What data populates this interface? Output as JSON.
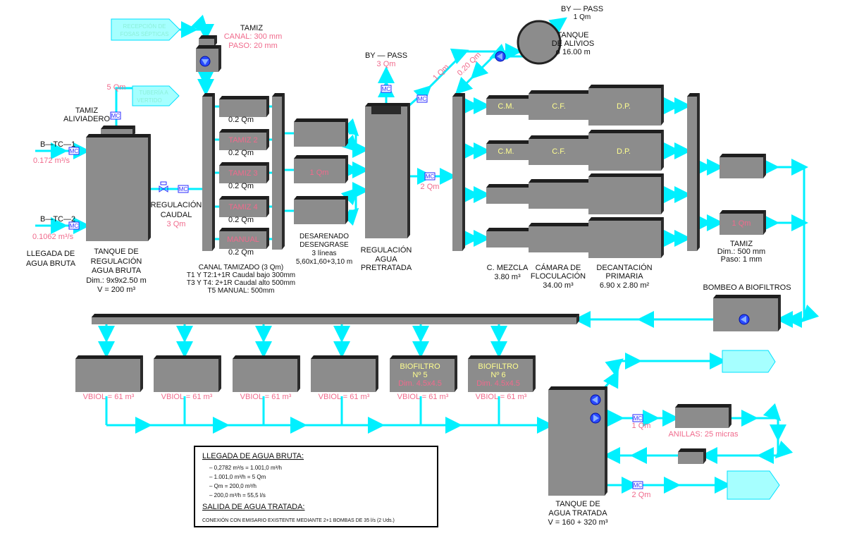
{
  "colors": {
    "pipe": "#00f0ff",
    "tank": "#8c8c8c",
    "label_pink": "#f06a8c",
    "label_yellow": "#ffff90",
    "instrument": "#2a2aff"
  },
  "inlet": {
    "title1": "LLEGADA DE",
    "title2": "AGUA BRUTA",
    "b1": "B—TC—1",
    "b1_flow": "0.172  m³/s",
    "b2": "B—TC—2",
    "b2_flow": "0.1062  m³/s"
  },
  "tank_raw": {
    "l1": "TANQUE DE",
    "l2": "REGULACIÓN",
    "l3": "AGUA BRUTA",
    "dim": "Dim.:  9x9x2.50  m",
    "vol": "V  =  200  m³"
  },
  "overflow": {
    "t1": "TAMIZ",
    "t2": "ALIVIADERO",
    "flow": "5  Qm",
    "dest1": "TUBERÍA  A",
    "dest2": "VERTIDO"
  },
  "septic": {
    "l1": "RECEPCIÓN  DE",
    "l2": "FOSAS  SÉPTICAS"
  },
  "screen_top": {
    "title": "TAMIZ",
    "canal": "CANAL:  300  mm",
    "paso": "PASO:  20  mm"
  },
  "regulation": {
    "l1": "REGULACIÓN",
    "l2": "CAUDAL",
    "flow": "3  Qm"
  },
  "mc": "MC",
  "screens": {
    "items": [
      "",
      "TAMIZ  2",
      "TAMIZ  3",
      "TAMIZ  4",
      "MANUAL"
    ],
    "flows": [
      "0.2  Qm",
      "0.2  Qm",
      "0.2  Qm",
      "0.2  Qm",
      "0.2  Qm"
    ],
    "n1": "CANAL  TAMIZADO  (3  Qm)",
    "n2": "T1  Y  T2:1+1R  Caudal  bajo  300mm",
    "n3": "T3  Y  T4:  2+1R  Caudal  alto  500mm",
    "n4": "T5  MANUAL:  500mm"
  },
  "grit": {
    "mid": "1  Qm",
    "l1": "DESARENADO",
    "l2": "DESENGRASE",
    "l3": "3  líneas",
    "l4": "5,60x1,60+3,10  m"
  },
  "pretreated": {
    "bypass": "BY  —  PASS",
    "bypass_flow": "3  Qm",
    "l1": "REGULACIÓN",
    "l2": "AGUA",
    "l3": "PRETRATADA",
    "out_flow": "2  Qm",
    "to_relief": "1  Qm",
    "from_relief": "0.20  Qm"
  },
  "relief": {
    "bypass": "BY  —  PASS",
    "bypass_flow": "1  Qm",
    "l1": "TANQUE",
    "l2": "DE  ALIVIOS",
    "l3": "ø  16.00  m"
  },
  "primary": {
    "cm": "C.M.",
    "cf": "C.F.",
    "dp": "D.P.",
    "mix1": "C.  MEZCLA",
    "mix2": "3.80  m³",
    "floc1": "CÁMARA  DE",
    "floc2": "FLOCULACIÓN",
    "floc3": "34.00  m³",
    "dec1": "DECANTACIÓN",
    "dec2": "PRIMARIA",
    "dec3": "6.90  x  2.80  m²"
  },
  "fine_screen": {
    "flow": "1  Qm",
    "t": "TAMIZ",
    "dim": "Dim.:  500  mm",
    "paso": "Paso:  1  mm"
  },
  "pumping": {
    "title": "BOMBEO  A  BIOFILTROS"
  },
  "biofilters": {
    "vol": "VBIOL  =  61  m³",
    "items": [
      "",
      "",
      "",
      "",
      "BIOFILTRO\nNº 5",
      "BIOFILTRO\nNº 6"
    ],
    "n5a": "BIOFILTRO",
    "n5b": "Nº  5",
    "n6a": "BIOFILTRO",
    "n6b": "Nº  6",
    "dim": "Dim.  4.5x4.5"
  },
  "treated": {
    "l1": "TANQUE  DE",
    "l2": "AGUA  TRATADA",
    "vol": "V  =  160  +  320  m³",
    "flow1": "1  Qm",
    "rings": "ANILLAS:  25  micras",
    "flow2": "2  Qm"
  },
  "legend": {
    "h1": "LLEGADA  DE  AGUA  BRUTA:",
    "r1": "–  0,2782  m³/s  =  1.001,0  m³/h",
    "r2": "–  1.001,0  m³/h  =  5  Qm",
    "r3": "–  Qm         =  200,0  m³/h",
    "r4": "–  200,0  m³/h  =  55,5  l/s",
    "h2": "SALIDA  DE  AGUA  TRATADA:",
    "r5": "CONEXIÓN  CON  EMISARIO  EXISTENTE  MEDIANTE  2+1  BOMBAS  DE  35  l/s  (2  Uds.)"
  }
}
